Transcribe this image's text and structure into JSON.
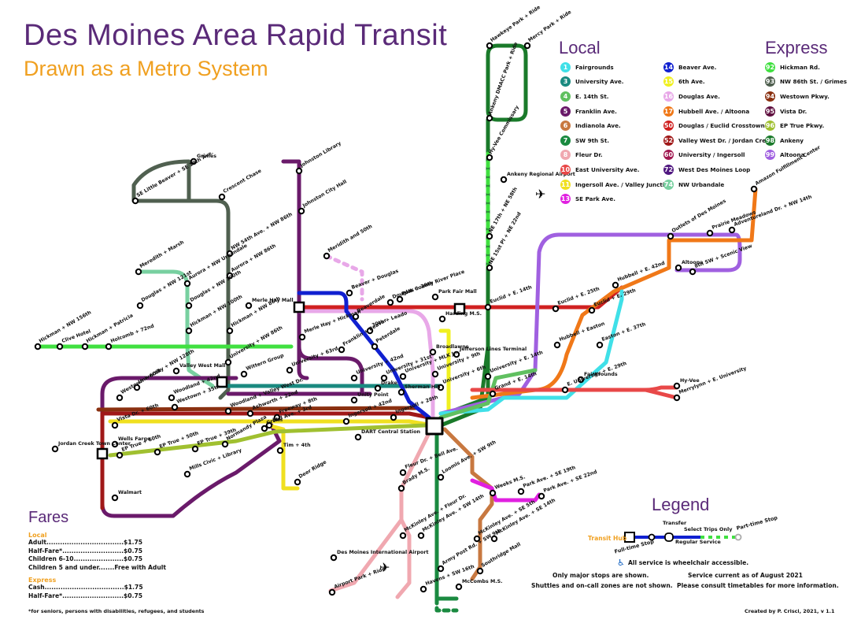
{
  "title": "Des Moines Area Rapid Transit",
  "subtitle": "Drawn as a Metro System",
  "local_heading": "Local",
  "express_heading": "Express",
  "local_routes_a": [
    {
      "num": "1",
      "name": "Fairgrounds",
      "color": "#40e0e8"
    },
    {
      "num": "3",
      "name": "University Ave.",
      "color": "#1a8a80"
    },
    {
      "num": "4",
      "name": "E. 14th St.",
      "color": "#60c060"
    },
    {
      "num": "5",
      "name": "Franklin Ave.",
      "color": "#6a1a6a"
    },
    {
      "num": "6",
      "name": "Indianola Ave.",
      "color": "#c87840"
    },
    {
      "num": "7",
      "name": "SW 9th St.",
      "color": "#1a8a40"
    },
    {
      "num": "8",
      "name": "Fleur Dr.",
      "color": "#f0a8b0"
    },
    {
      "num": "10",
      "name": "East University Ave.",
      "color": "#e84848"
    },
    {
      "num": "11",
      "name": "Ingersoll Ave. / Valley Junction",
      "color": "#f0e020"
    },
    {
      "num": "13",
      "name": "SE Park Ave.",
      "color": "#e020e0"
    }
  ],
  "local_routes_b": [
    {
      "num": "14",
      "name": "Beaver Ave.",
      "color": "#1020d0"
    },
    {
      "num": "15",
      "name": "6th Ave.",
      "color": "#f0f020"
    },
    {
      "num": "16",
      "name": "Douglas Ave.",
      "color": "#e8a8e8"
    },
    {
      "num": "17",
      "name": "Hubbell Ave. / Altoona",
      "color": "#f07818"
    },
    {
      "num": "50",
      "name": "Douglas / Euclid Crosstown",
      "color": "#d02020"
    },
    {
      "num": "52",
      "name": "Valley West Dr. / Jordan Creek",
      "color": "#a01818"
    },
    {
      "num": "60",
      "name": "University / Ingersoll",
      "color": "#a01850"
    },
    {
      "num": "72",
      "name": "West Des Moines Loop",
      "color": "#501880"
    },
    {
      "num": "74",
      "name": "NW Urbandale",
      "color": "#78d0a0"
    }
  ],
  "express_routes": [
    {
      "num": "92",
      "name": "Hickman Rd.",
      "color": "#40e040"
    },
    {
      "num": "93",
      "name": "NW 86th St. / Grimes",
      "color": "#506050"
    },
    {
      "num": "94",
      "name": "Westown Pkwy.",
      "color": "#8a3010"
    },
    {
      "num": "95",
      "name": "Vista Dr.",
      "color": "#601040"
    },
    {
      "num": "96",
      "name": "EP True Pkwy.",
      "color": "#a0c030"
    },
    {
      "num": "98",
      "name": "Ankeny",
      "color": "#1a7a2a"
    },
    {
      "num": "99",
      "name": "Altoona",
      "color": "#a060e0"
    }
  ],
  "stops": [
    "Hawkeye Park + Ride",
    "Mercy Park + Ride",
    "Ankeny DMACC Park + Ride",
    "Hy-Vee Commissary",
    "Ankeny Regional Airport",
    "NE 17th + NE 58th",
    "NE 15st Pl + NE 22nd",
    "Amazon Fulfillment Center",
    "Outlets of Des Moines",
    "Prairie Meadows",
    "Adventureland Dr. + NW 14th",
    "Altoona",
    "8th SW + Scenic View",
    "Hubbell + E. 42nd",
    "Euclid + E. 29th",
    "Euclid + E. 25th",
    "Euclid + E. 14th",
    "Park Fair Mall",
    "Hubbell + Easton",
    "Easton + E. 37th",
    "E. University + E. 29th",
    "Fairgrounds",
    "Hy-Vee",
    "Merrylynn + E. University",
    "Grimes",
    "SE Little Beaver + SE 19th Ave.",
    "Crescent Chase",
    "NW 54th Ave. + NW 86th",
    "Aurora + NW Urbandale",
    "Aurora + NW 86th",
    "Meredith + Marsh",
    "Douglas + NW 121st",
    "Douglas + NW 100th",
    "Hickman + NW 156th",
    "Clive Hotel",
    "Hickman + Patricia",
    "Holcomb + 72nd",
    "Hickman + NW 100th",
    "Hickman + NW 86th",
    "University + NW 86th",
    "University + NW 128th",
    "Valley West Mall",
    "Westown + 60th",
    "Woodland + 42nd",
    "Westown + 35th",
    "Vista Dr. + 60th",
    "Wells Fargo",
    "Jordan Creek Town Center",
    "EP True + 60th",
    "EP True + 50th",
    "EP True + 39th",
    "Normandy Plaza",
    "Mills Civic + Library",
    "Walmart",
    "Elm",
    "Tim + 4th",
    "Deer Ridge",
    "Woodland + Valley West Dr.",
    "Ashworth + 22nd",
    "Freeway + 8th",
    "Grand Ave. + 3rd",
    "Johnston Library",
    "Johnston City Hall",
    "Meridith and 50th",
    "Merle Hay Mall",
    "Beaver + Douglas",
    "Douglas + 30th",
    "Polk County River Place",
    "Beaverdale",
    "Merle Hay + Hickman",
    "30th + Leado",
    "Peterdale",
    "Franklin + Beaver",
    "Harding M.S.",
    "Broadlawns",
    "Jefferson Lines Terminal",
    "University + 63rd",
    "Wittern Group",
    "University + 42nd",
    "University + 31st",
    "University + MLK Jr.",
    "University + 9th",
    "University + 6th",
    "University + E. 14th",
    "Grand + E. 14th",
    "Drake",
    "Unity Point",
    "Sherman Hill",
    "Ingersoll + 42nd",
    "Ingersoll + 28th",
    "DART Central Station",
    "Fleur Dr. + Bell Ave.",
    "Loomis Ave. + SW 9th",
    "Brady M.S.",
    "Weeks M.S.",
    "Park Ave. + SE 19th",
    "Park Ave. + SE 22nd",
    "McKinley Ave. + Fleur Dr.",
    "McKinley Ave. + SW 14th",
    "McKinley Ave. + SE 5th",
    "McKinley Ave. + SE 14th",
    "Army Post Rd. + SW 9th",
    "Southridge Mall",
    "Des Moines International Airport",
    "Airport Park + Ride",
    "Havens + SW 16th",
    "McCombs M.S."
  ],
  "legend": {
    "title": "Legend",
    "transit_hub": "Transit Hub",
    "full_time_stop": "Full-time Stop",
    "transfer": "Transfer",
    "select_trips_only": "Select Trips Only",
    "part_time_stop": "Part-time Stop",
    "regular_service": "Regular Service",
    "accessibility": "All service is wheelchair accessible.",
    "note1": "Only major stops are shown.",
    "note2": "Shuttles and on-call zones are not shown.",
    "note3": "Service current as of August 2021",
    "note4": "Please consult timetables for more information."
  },
  "fares": {
    "heading": "Fares",
    "local_label": "Local",
    "local_rows": [
      "Adult..................................$1.75",
      "Half-Fare*...........................$0.75",
      "Children 6-10......................$0.75",
      "Children 5 and under.......Free with Adult"
    ],
    "express_label": "Express",
    "express_rows": [
      "Cash...................................$1.75",
      "Half-Fare*...........................$0.75"
    ]
  },
  "footnote": "*for seniors, persons with disabilities, refugees, and students",
  "credit": "Created by P. Crisci, 2021, v 1.1"
}
